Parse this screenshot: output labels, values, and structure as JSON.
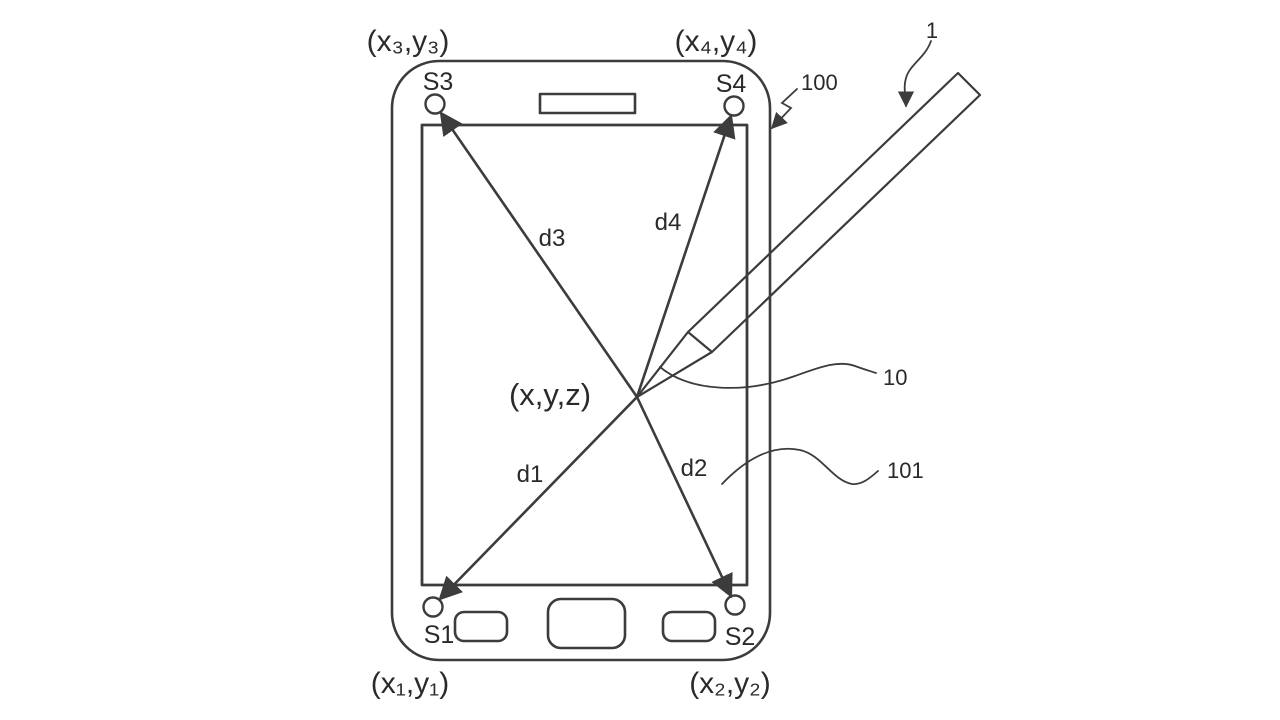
{
  "figure": {
    "type": "patent-diagram",
    "description": "Mobile device with four corner sensors measuring distances to a stylus touch point",
    "colors": {
      "background": "#ffffff",
      "line": "#3c3c3c",
      "text": "#2a2a2a"
    },
    "device": {
      "corner_coords": {
        "tl": "(x₃,y₃)",
        "tr": "(x₄,y₄)",
        "bl": "(x₁,y₁)",
        "br": "(x₂,y₂)"
      },
      "sensors": {
        "tl": "S3",
        "tr": "S4",
        "bl": "S1",
        "br": "S2"
      }
    },
    "distances": {
      "tl": "d3",
      "tr": "d4",
      "bl": "d1",
      "br": "d2"
    },
    "touch_point": "(x,y,z)",
    "references": {
      "stylus": "1",
      "device": "100",
      "pen_tip": "10",
      "display": "101"
    }
  }
}
